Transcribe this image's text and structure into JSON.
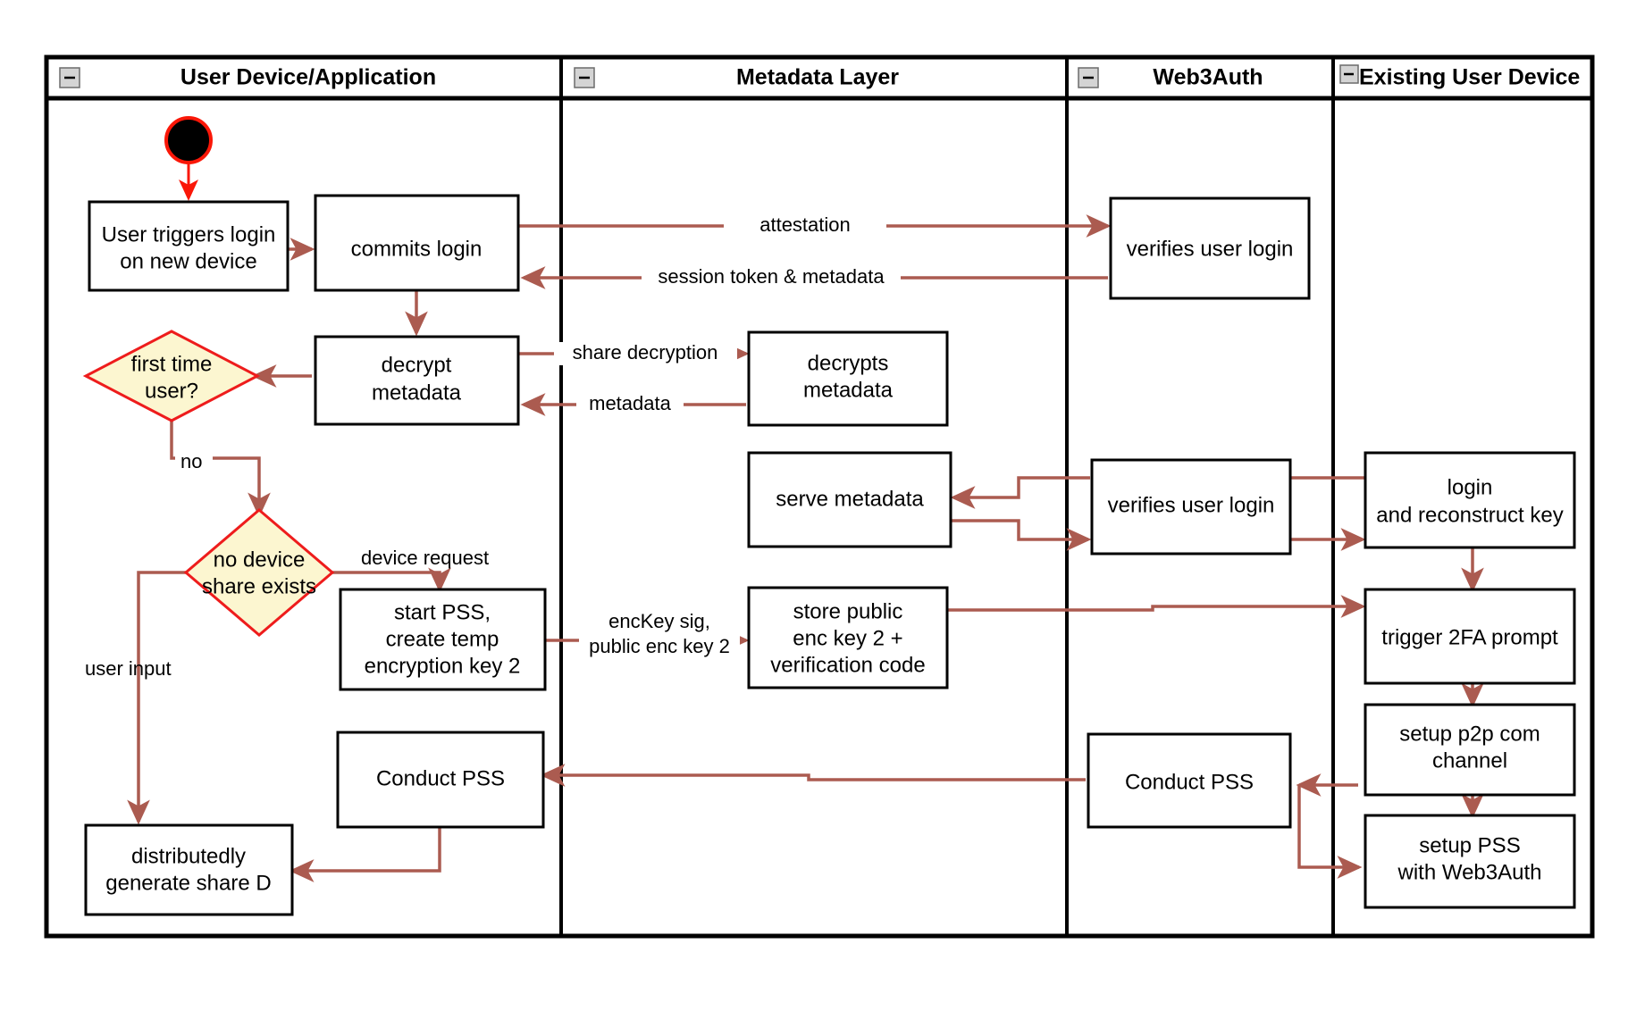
{
  "diagram": {
    "title": "Web3Auth new-device login swimlane activity diagram",
    "colors": {
      "flow_arrow": "#ab5b50",
      "start_arrow": "#fa1708",
      "decision_fill": "#fcf6d0",
      "decision_stroke": "#ee1c1c",
      "box_fill": "#ffffff",
      "box_stroke": "#000000",
      "background": "#ffffff"
    },
    "lanes": [
      {
        "id": "lane-user-device",
        "label": "User Device/Application",
        "collapse_icon": "minus-icon"
      },
      {
        "id": "lane-metadata",
        "label": "Metadata Layer",
        "collapse_icon": "minus-icon"
      },
      {
        "id": "lane-web3auth",
        "label": "Web3Auth",
        "collapse_icon": "minus-icon"
      },
      {
        "id": "lane-existing-device",
        "label": "Existing User Device",
        "collapse_icon": "minus-icon"
      }
    ],
    "nodes": [
      {
        "id": "start",
        "type": "start",
        "lane": "lane-user-device",
        "label": ""
      },
      {
        "id": "user-triggers-login",
        "type": "action",
        "lane": "lane-user-device",
        "lines": [
          "User triggers login",
          "on new device"
        ]
      },
      {
        "id": "commits-login",
        "type": "action",
        "lane": "lane-user-device",
        "lines": [
          "commits login"
        ]
      },
      {
        "id": "decrypt-metadata",
        "type": "action",
        "lane": "lane-user-device",
        "lines": [
          "decrypt",
          "metadata"
        ]
      },
      {
        "id": "first-time-user",
        "type": "decision",
        "lane": "lane-user-device",
        "lines": [
          "first time",
          "user?"
        ]
      },
      {
        "id": "no-device-share-exists",
        "type": "decision",
        "lane": "lane-user-device",
        "lines": [
          "no device",
          "share exists"
        ]
      },
      {
        "id": "start-pss",
        "type": "action",
        "lane": "lane-user-device",
        "lines": [
          "start PSS,",
          "create temp",
          "encryption key 2"
        ]
      },
      {
        "id": "conduct-pss-user",
        "type": "action",
        "lane": "lane-user-device",
        "lines": [
          "Conduct PSS"
        ]
      },
      {
        "id": "distributedly-generate-share-d",
        "type": "action",
        "lane": "lane-user-device",
        "lines": [
          "distributedly",
          "generate share D"
        ]
      },
      {
        "id": "decrypts-metadata",
        "type": "action",
        "lane": "lane-metadata",
        "lines": [
          "decrypts",
          "metadata"
        ]
      },
      {
        "id": "serve-metadata",
        "type": "action",
        "lane": "lane-metadata",
        "lines": [
          "serve metadata"
        ]
      },
      {
        "id": "store-public-enc-key",
        "type": "action",
        "lane": "lane-metadata",
        "lines": [
          "store public",
          "enc key 2 +",
          "verification code"
        ]
      },
      {
        "id": "verifies-user-login-top",
        "type": "action",
        "lane": "lane-web3auth",
        "lines": [
          "verifies user login"
        ]
      },
      {
        "id": "verifies-user-login-mid",
        "type": "action",
        "lane": "lane-web3auth",
        "lines": [
          "verifies user login"
        ]
      },
      {
        "id": "conduct-pss-web3auth",
        "type": "action",
        "lane": "lane-web3auth",
        "lines": [
          "Conduct PSS"
        ]
      },
      {
        "id": "login-and-reconstruct-key",
        "type": "action",
        "lane": "lane-existing-device",
        "lines": [
          "login",
          "and reconstruct key"
        ]
      },
      {
        "id": "trigger-2fa-prompt",
        "type": "action",
        "lane": "lane-existing-device",
        "lines": [
          "trigger 2FA prompt"
        ]
      },
      {
        "id": "setup-p2p-com-channel",
        "type": "action",
        "lane": "lane-existing-device",
        "lines": [
          "setup p2p com",
          "channel"
        ]
      },
      {
        "id": "setup-pss-with-web3auth",
        "type": "action",
        "lane": "lane-existing-device",
        "lines": [
          "setup PSS",
          "with Web3Auth"
        ]
      }
    ],
    "edges": [
      {
        "id": "edge-attestation",
        "from": "commits-login",
        "to": "verifies-user-login-top",
        "label": "attestation"
      },
      {
        "id": "edge-session-token",
        "from": "verifies-user-login-top",
        "to": "commits-login",
        "label": "session token & metadata"
      },
      {
        "id": "edge-share-decryption",
        "from": "decrypt-metadata",
        "to": "decrypts-metadata",
        "label": "share decryption"
      },
      {
        "id": "edge-metadata",
        "from": "decrypts-metadata",
        "to": "decrypt-metadata",
        "label": "metadata"
      },
      {
        "id": "edge-no",
        "from": "first-time-user",
        "to": "no-device-share-exists",
        "label": "no"
      },
      {
        "id": "edge-device-request",
        "from": "no-device-share-exists",
        "to": "start-pss",
        "label": "device request"
      },
      {
        "id": "edge-user-input",
        "from": "no-device-share-exists",
        "to": "distributedly-generate-share-d",
        "label": "user input"
      },
      {
        "id": "edge-enckey-sig",
        "from": "start-pss",
        "to": "store-public-enc-key",
        "label": "encKey sig,\npublic enc key 2",
        "label_lines": [
          "encKey sig,",
          "public enc key 2"
        ]
      },
      {
        "id": "edge-start-to-user-triggers",
        "from": "start",
        "to": "user-triggers-login",
        "label": ""
      },
      {
        "id": "edge-user-triggers-to-commits",
        "from": "user-triggers-login",
        "to": "commits-login",
        "label": ""
      },
      {
        "id": "edge-commits-to-decrypt",
        "from": "commits-login",
        "to": "decrypt-metadata",
        "label": ""
      },
      {
        "id": "edge-decrypt-to-first-time",
        "from": "decrypt-metadata",
        "to": "first-time-user",
        "label": ""
      },
      {
        "id": "edge-existing-to-verifies-mid",
        "from": "login-and-reconstruct-key",
        "to": "verifies-user-login-mid",
        "label": ""
      },
      {
        "id": "edge-verifies-mid-to-serve",
        "from": "verifies-user-login-mid",
        "to": "serve-metadata",
        "label": ""
      },
      {
        "id": "edge-serve-to-verifies-mid",
        "from": "serve-metadata",
        "to": "verifies-user-login-mid",
        "label": ""
      },
      {
        "id": "edge-verifies-mid-to-existing",
        "from": "verifies-user-login-mid",
        "to": "login-and-reconstruct-key",
        "label": ""
      },
      {
        "id": "edge-login-to-2fa",
        "from": "login-and-reconstruct-key",
        "to": "trigger-2fa-prompt",
        "label": ""
      },
      {
        "id": "edge-store-to-2fa",
        "from": "store-public-enc-key",
        "to": "trigger-2fa-prompt",
        "label": ""
      },
      {
        "id": "edge-2fa-to-p2p",
        "from": "trigger-2fa-prompt",
        "to": "setup-p2p-com-channel",
        "label": ""
      },
      {
        "id": "edge-p2p-to-setup-pss",
        "from": "setup-p2p-com-channel",
        "to": "setup-pss-with-web3auth",
        "label": ""
      },
      {
        "id": "edge-setup-pss-to-conduct-web3auth",
        "from": "setup-pss-with-web3auth",
        "to": "conduct-pss-web3auth",
        "label": ""
      },
      {
        "id": "edge-conduct-web3auth-to-conduct-user",
        "from": "conduct-pss-web3auth",
        "to": "conduct-pss-user",
        "label": ""
      },
      {
        "id": "edge-conduct-user-to-share-d",
        "from": "conduct-pss-user",
        "to": "distributedly-generate-share-d",
        "label": ""
      }
    ]
  }
}
